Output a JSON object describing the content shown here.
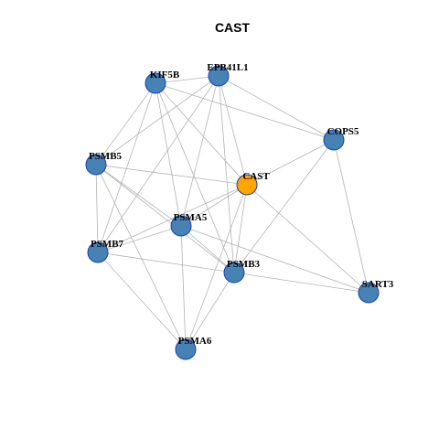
{
  "title": "CAST",
  "colors": {
    "node_default": "#4682b4",
    "node_highlight": "#ffa500",
    "node_border": "#1a3fb5",
    "edge": "#b3b3b3"
  },
  "nodes": [
    {
      "id": "KIF5B",
      "label": "KIF5B",
      "highlight": false
    },
    {
      "id": "EPB41L1",
      "label": "EPB41L1",
      "highlight": false
    },
    {
      "id": "COPS5",
      "label": "COPS5",
      "highlight": false
    },
    {
      "id": "PSMB5",
      "label": "PSMB5",
      "highlight": false
    },
    {
      "id": "CAST",
      "label": "CAST",
      "highlight": true
    },
    {
      "id": "PSMA5",
      "label": "PSMA5",
      "highlight": false
    },
    {
      "id": "PSMB7",
      "label": "PSMB7",
      "highlight": false
    },
    {
      "id": "PSMB3",
      "label": "PSMB3",
      "highlight": false
    },
    {
      "id": "SART3",
      "label": "SART3",
      "highlight": false
    },
    {
      "id": "PSMA6",
      "label": "PSMA6",
      "highlight": false
    }
  ],
  "edges": [
    [
      "KIF5B",
      "EPB41L1"
    ],
    [
      "KIF5B",
      "COPS5"
    ],
    [
      "KIF5B",
      "PSMB5"
    ],
    [
      "KIF5B",
      "CAST"
    ],
    [
      "KIF5B",
      "PSMA5"
    ],
    [
      "KIF5B",
      "PSMB7"
    ],
    [
      "KIF5B",
      "PSMB3"
    ],
    [
      "EPB41L1",
      "COPS5"
    ],
    [
      "EPB41L1",
      "PSMB5"
    ],
    [
      "EPB41L1",
      "CAST"
    ],
    [
      "EPB41L1",
      "PSMA5"
    ],
    [
      "EPB41L1",
      "PSMB7"
    ],
    [
      "EPB41L1",
      "PSMB3"
    ],
    [
      "COPS5",
      "CAST"
    ],
    [
      "COPS5",
      "PSMB3"
    ],
    [
      "COPS5",
      "SART3"
    ],
    [
      "PSMB5",
      "CAST"
    ],
    [
      "PSMB5",
      "PSMA5"
    ],
    [
      "PSMB5",
      "PSMB7"
    ],
    [
      "PSMB5",
      "PSMB3"
    ],
    [
      "PSMB5",
      "PSMA6"
    ],
    [
      "CAST",
      "PSMA5"
    ],
    [
      "CAST",
      "PSMB7"
    ],
    [
      "CAST",
      "PSMB3"
    ],
    [
      "CAST",
      "SART3"
    ],
    [
      "CAST",
      "PSMA6"
    ],
    [
      "PSMA5",
      "PSMB7"
    ],
    [
      "PSMA5",
      "PSMB3"
    ],
    [
      "PSMA5",
      "SART3"
    ],
    [
      "PSMA5",
      "PSMA6"
    ],
    [
      "PSMB7",
      "PSMB3"
    ],
    [
      "PSMB7",
      "PSMA6"
    ],
    [
      "PSMB3",
      "SART3"
    ],
    [
      "PSMB3",
      "PSMA6"
    ]
  ]
}
